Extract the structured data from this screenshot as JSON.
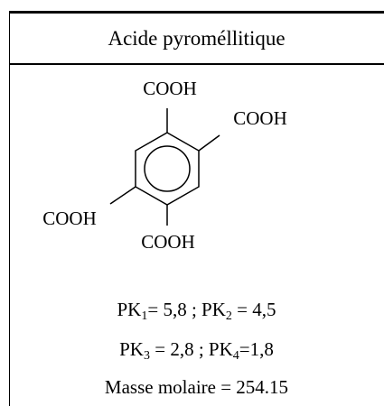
{
  "title": "Acide pyroméllitique",
  "molecule": {
    "groups": [
      "COOH",
      "COOH",
      "COOH",
      "COOH"
    ]
  },
  "pk": {
    "pk1_label": "PK",
    "pk1_sub": "1",
    "pk1_value": "= 5,8 ; ",
    "pk2_label": "PK",
    "pk2_sub": "2",
    "pk2_value": " = 4,5",
    "pk3_label": "PK",
    "pk3_sub": "3",
    "pk3_value": " = 2,8 ; ",
    "pk4_label": "PK",
    "pk4_sub": "4",
    "pk4_value": "=1,8"
  },
  "mass": "Masse molaire = 254.15"
}
